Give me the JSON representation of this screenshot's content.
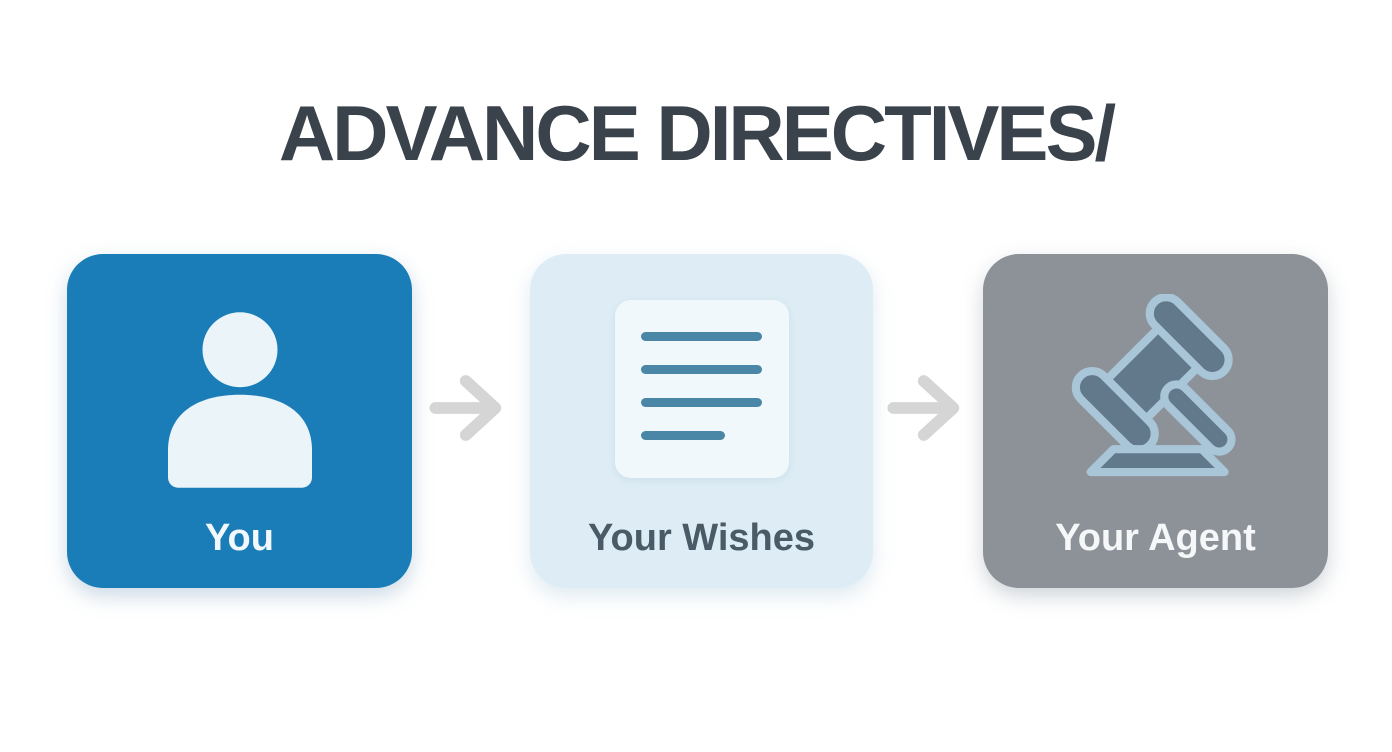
{
  "title": "ADVANCE DIRECTIVES/",
  "steps": [
    {
      "label": "You",
      "icon": "person-icon"
    },
    {
      "label": "Your Wishes",
      "icon": "document-icon"
    },
    {
      "label": "Your Agent",
      "icon": "gavel-icon"
    }
  ],
  "connector_icon": "arrow-right-icon",
  "colors": {
    "background": "#FFFFFF",
    "title_text": "#3A424B",
    "box_you_bg": "#1A7DB8",
    "box_you_label": "#F2F8FC",
    "box_wishes_bg": "#DEEDF5",
    "box_wishes_label": "#4A5A66",
    "box_agent_bg": "#8D9299",
    "box_agent_label": "#F5F7F8",
    "arrow": "#D5D5D5",
    "person_icon": "#EAF4F9",
    "document_card_bg": "#F0F8FC",
    "document_lines": "#4A86A6",
    "gavel_fill": "#62798B",
    "gavel_outline": "#A9C6D9"
  }
}
